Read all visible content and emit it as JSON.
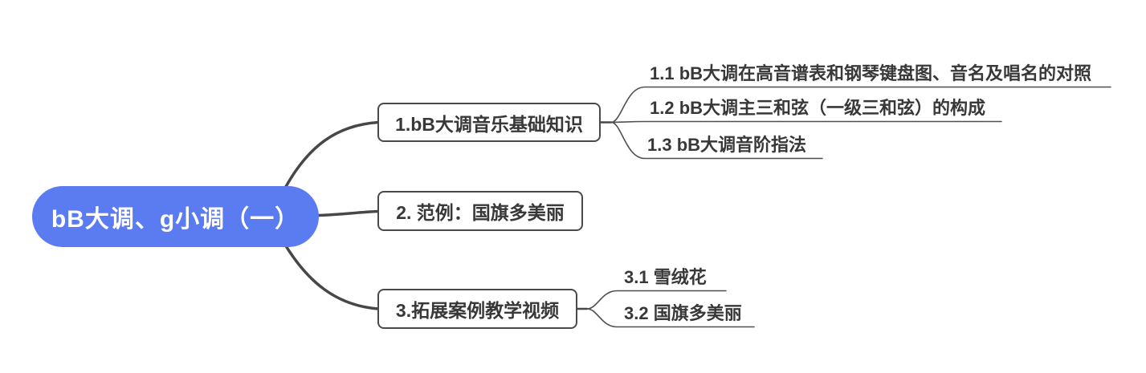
{
  "mindmap": {
    "root": {
      "label": "bB大调、g小调（一）"
    },
    "branches": [
      {
        "label": "1.bB大调音乐基础知识",
        "children": [
          "1.1 bB大调在高音谱表和钢琴键盘图、音名及唱名的对照",
          "1.2 bB大调主三和弦（一级三和弦）的构成",
          "1.3 bB大调音阶指法"
        ]
      },
      {
        "label": "2. 范例：国旗多美丽",
        "children": []
      },
      {
        "label": "3.拓展案例教学视频",
        "children": [
          "3.1 雪绒花",
          "3.2 国旗多美丽"
        ]
      }
    ],
    "colors": {
      "root_bg": "#5b7bf0",
      "root_text": "#ffffff",
      "node_border": "#4a4a4a",
      "node_text": "#383838",
      "line": "#474747",
      "thin_line": "#4f4f4f"
    }
  }
}
